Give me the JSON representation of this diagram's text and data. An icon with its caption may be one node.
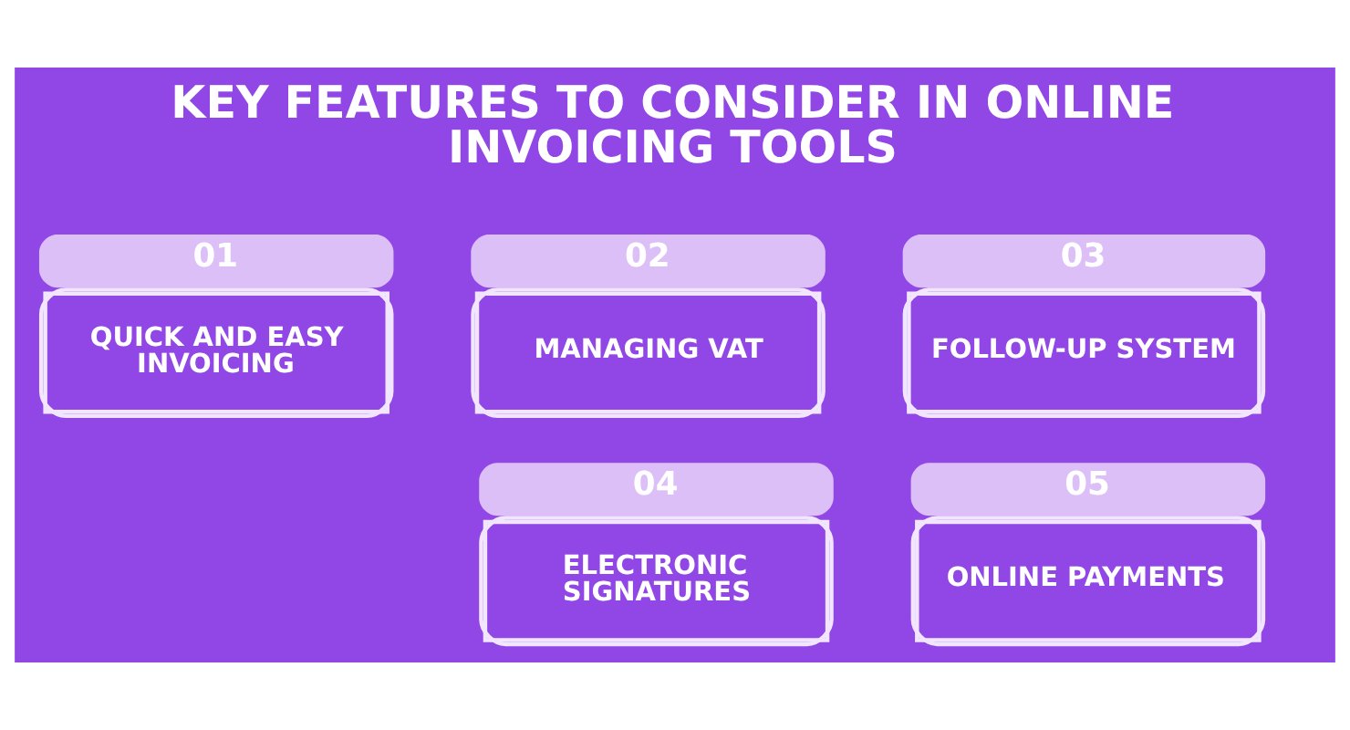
{
  "diagram": {
    "title": "KEY FEATURES TO CONSIDER IN ONLINE INVOICING TOOLS",
    "nodes": [
      {
        "text": [
          "01",
          "QUICK AND EASY INVOICING"
        ]
      },
      {
        "text": [
          "02",
          "MANAGING VAT"
        ]
      },
      {
        "text": [
          "03",
          "FOLLOW-UP SYSTEM"
        ]
      },
      {
        "text": [
          "04",
          "ELECTRONIC SIGNATURES"
        ]
      },
      {
        "text": [
          "05",
          "ONLINE PAYMENTS"
        ]
      }
    ],
    "edges": []
  }
}
